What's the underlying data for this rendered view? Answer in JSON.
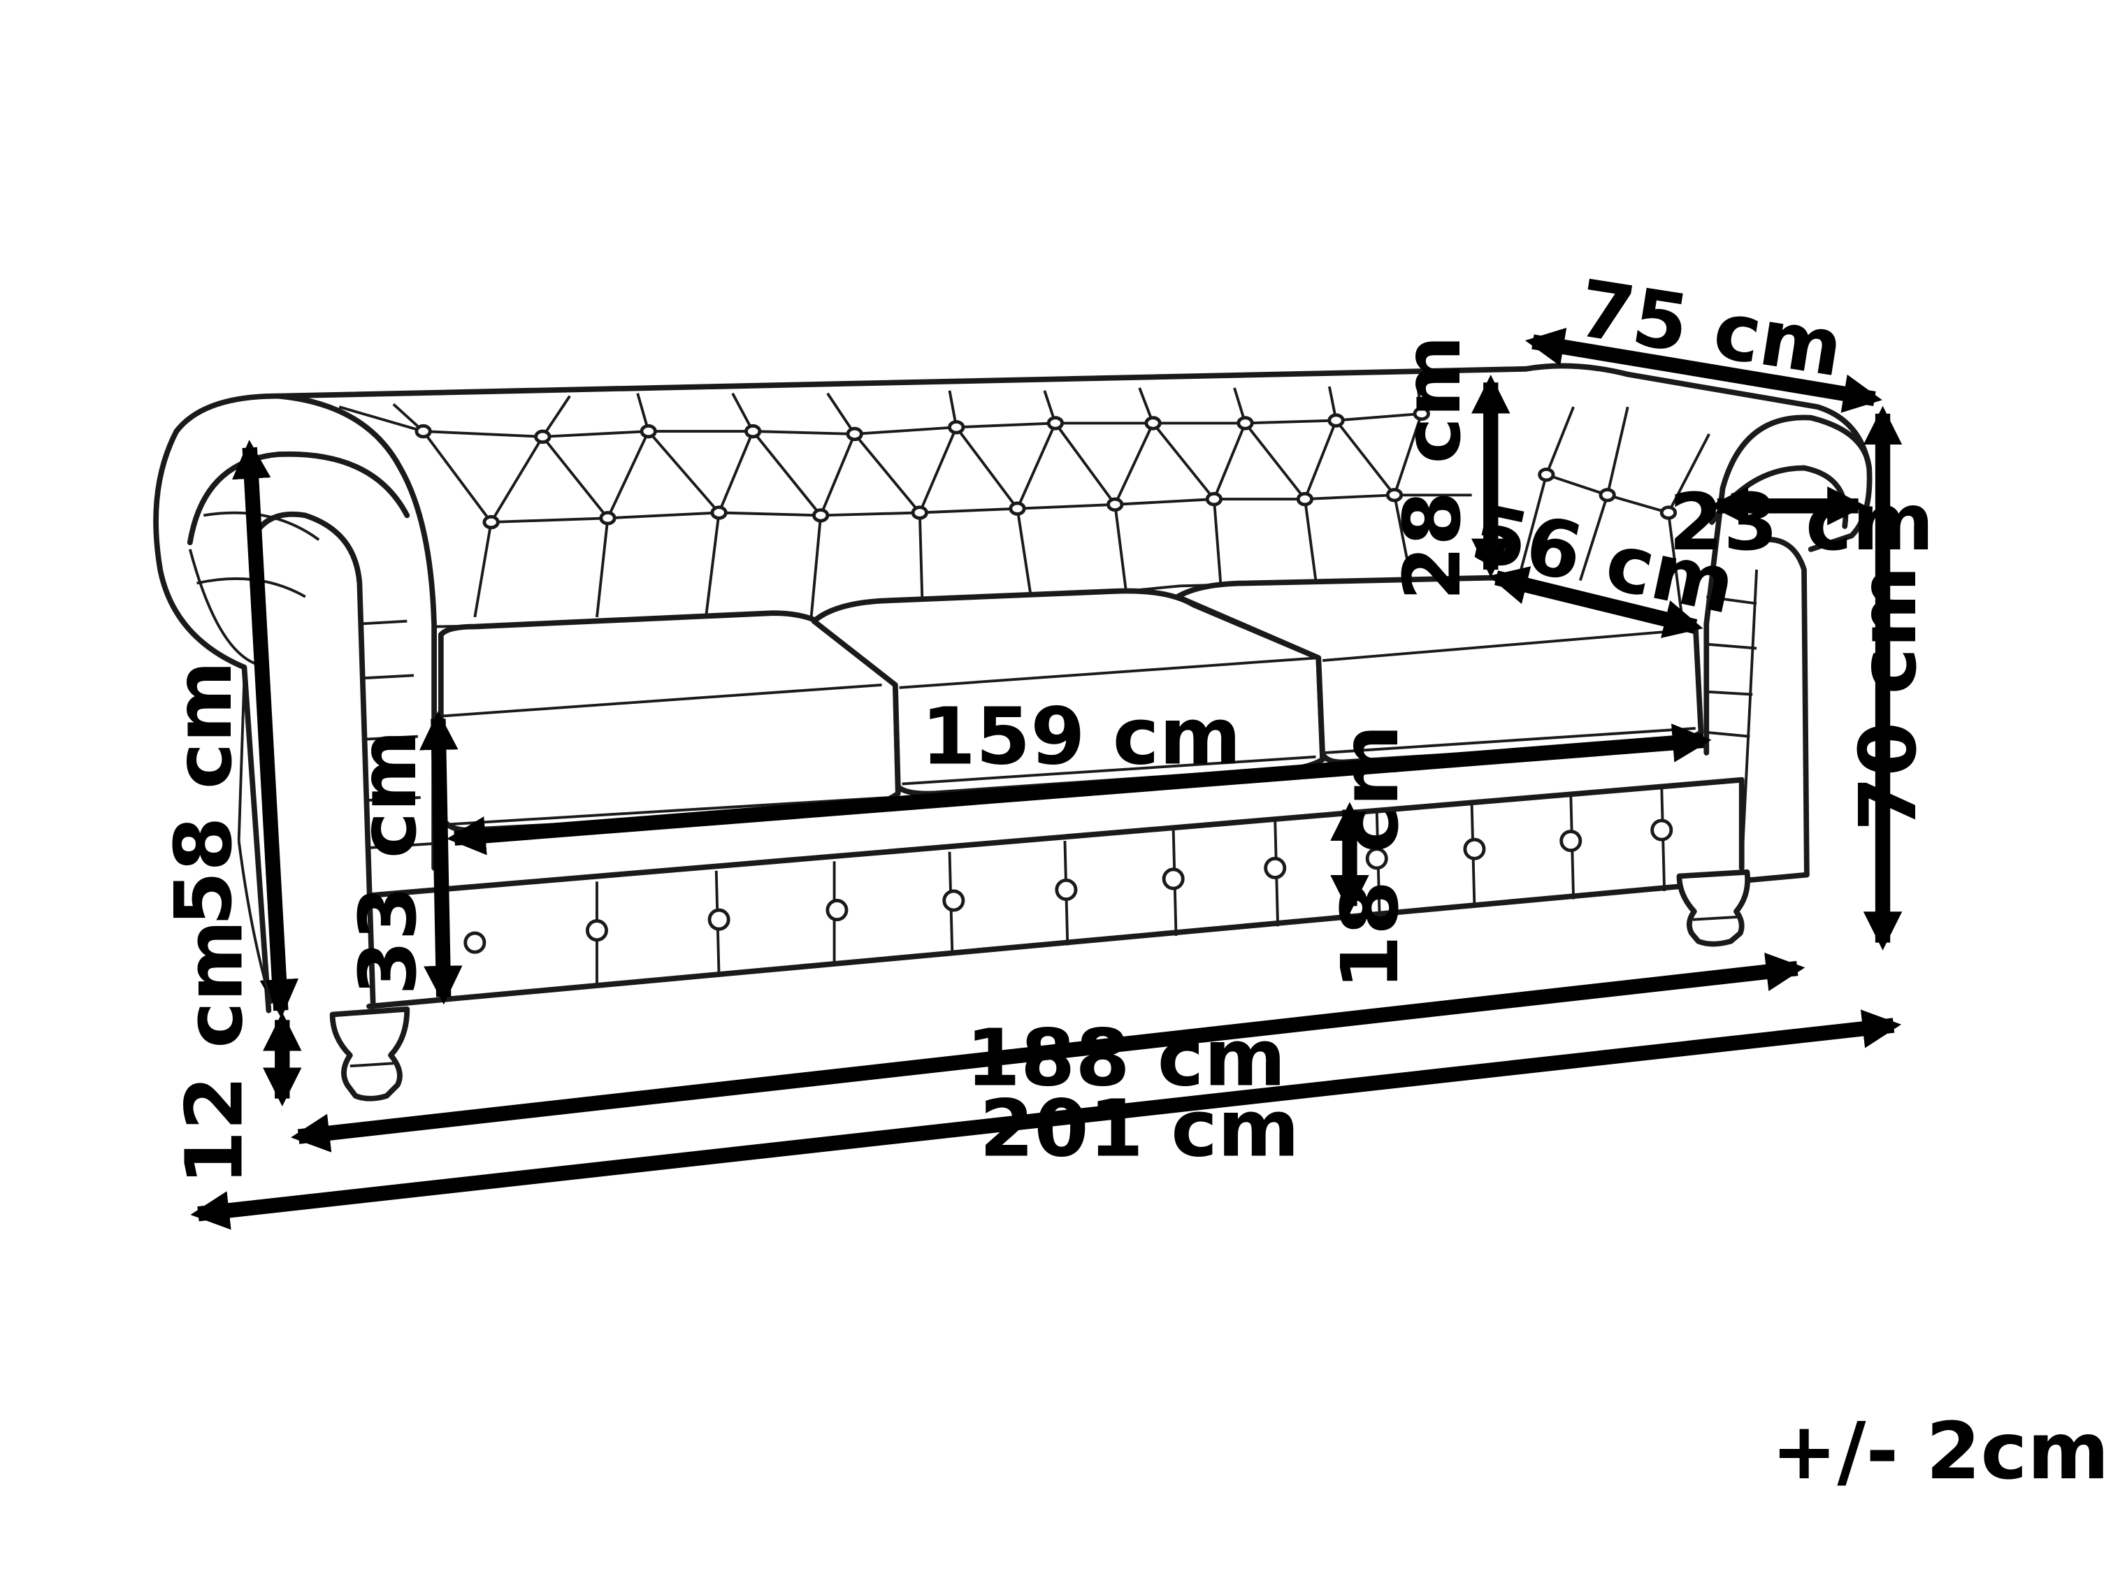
{
  "dimensions": {
    "back_width": "75 cm",
    "back_height": "28 cm",
    "seat_depth": "56 cm",
    "arm_width": "23 cm",
    "total_height": "70 cm",
    "arm_height": "58 cm",
    "seat_width": "159 cm",
    "seat_height": "33 cm",
    "cushion_height": "18 cm",
    "leg_height": "12 cm",
    "inner_length": "188 cm",
    "total_length": "201 cm"
  },
  "tolerance": "+/- 2cm"
}
